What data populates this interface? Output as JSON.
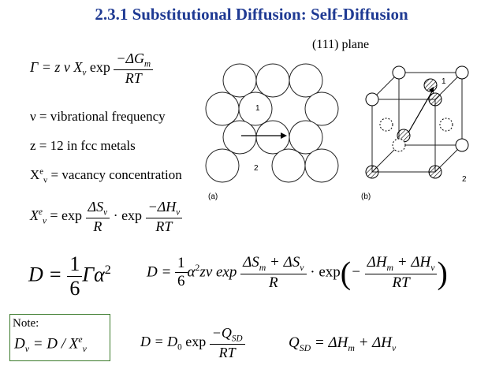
{
  "title": "2.3.1 Substitutional Diffusion: Self-Diffusion",
  "plane_label": "(111) plane",
  "eq_gamma": {
    "lhs": "Γ = z ν X",
    "lhs_sub": "v",
    "exp": "exp",
    "num": "−ΔG",
    "num_sub": "m",
    "den": "RT"
  },
  "def_nu": "ν = vibrational frequency",
  "def_z": "z = 12 in fcc metals",
  "def_x": {
    "sym": "X",
    "sup": "e",
    "sub": "v",
    "text": " = vacancy concentration"
  },
  "eq_xv": {
    "sym": "X",
    "sup": "e",
    "sub": "v",
    "eq": " = exp",
    "num1": "ΔS",
    "num1_sub": "v",
    "den1": "R",
    "mid": "· exp",
    "num2": "−ΔH",
    "num2_sub": "v",
    "den2": "RT"
  },
  "eq_d_simple": {
    "lhs": "D =",
    "num": "1",
    "den": "6",
    "rhs": "Γα",
    "sup": "2"
  },
  "eq_d_full": {
    "lhs": "D =",
    "num": "1",
    "den": "6",
    "mid": "α",
    "sup": "2",
    "after": "zν exp",
    "num2": "ΔS",
    "num2_sub1": "m",
    "num2_mid": " + ΔS",
    "num2_sub2": "v",
    "den2": "R",
    "dot": "· exp",
    "open": "(",
    "minus": "−",
    "num3": "ΔH",
    "num3_sub1": "m",
    "num3_mid": " + ΔH",
    "num3_sub2": "v",
    "den3": "RT",
    "close": ")"
  },
  "note": {
    "label": "Note:",
    "lhs": "D",
    "lhs_sub": "v",
    "eq": " = D / X",
    "sup": "e",
    "sub": "v"
  },
  "eq_d0": {
    "lhs": "D = D",
    "lhs_sub": "0",
    "exp": " exp",
    "num": "−Q",
    "num_sub": "SD",
    "den": "RT"
  },
  "eq_q": {
    "lhs": "Q",
    "lhs_sub": "SD",
    "eq": " = ΔH",
    "sub1": "m",
    "plus": " + ΔH",
    "sub2": "v"
  },
  "figure": {
    "label_a": "(a)",
    "label_b": "(b)",
    "site1": "1",
    "site2": "2",
    "cube_site1": "1",
    "cube_site2": "2"
  }
}
